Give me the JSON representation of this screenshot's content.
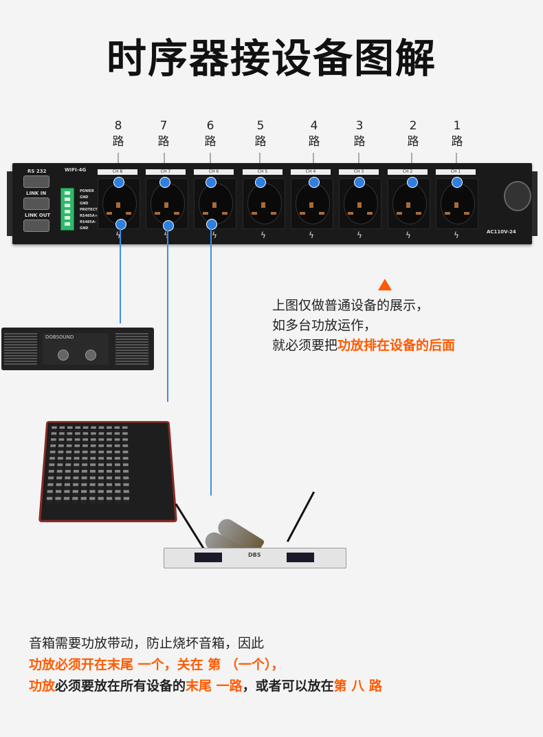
{
  "title": "时序器接设备图解",
  "channel_labels": [
    {
      "num": "8",
      "unit": "路"
    },
    {
      "num": "7",
      "unit": "路"
    },
    {
      "num": "6",
      "unit": "路"
    },
    {
      "num": "5",
      "unit": "路"
    },
    {
      "num": "4",
      "unit": "路"
    },
    {
      "num": "3",
      "unit": "路"
    },
    {
      "num": "2",
      "unit": "路"
    },
    {
      "num": "1",
      "unit": "路"
    }
  ],
  "rack": {
    "ports": {
      "rs232": "RS 232",
      "link_in": "LINK IN",
      "link_out": "LINK OUT",
      "wifi": "WIFI-4G"
    },
    "terminal_labels": [
      "POWER",
      "GND",
      "GND",
      "PROTECT",
      "RS485A+",
      "RS485A-",
      "GND"
    ],
    "ch_tabs": [
      "CH 8",
      "CH 7",
      "CH 6",
      "CH 5",
      "CH 4",
      "CH 3",
      "CH 2",
      "CH 1"
    ],
    "ac_label": "AC110V-24"
  },
  "note": {
    "line1": "上图仅做普通设备的展示，",
    "line2": "如多台功放运作，",
    "line3_plain": "就必须要把",
    "line3_hl": "功放排在设备的后面"
  },
  "devices": {
    "amp_brand": "DOBSOUND",
    "receiver_brand": "DBS"
  },
  "bottom": {
    "line1": "音箱需要功放带动，防止烧坏音箱，因此",
    "line2": "功放必须开在末尾  一个，关在  第    （一个），",
    "line3_a": "功放",
    "line3_b": "必须要放在所有设备的",
    "line3_c": "末尾  一路",
    "line3_d": "，或者可以放在",
    "line3_e": "第  八 路"
  },
  "colors": {
    "accent": "#ff5a00",
    "line": "#3b8de8"
  }
}
